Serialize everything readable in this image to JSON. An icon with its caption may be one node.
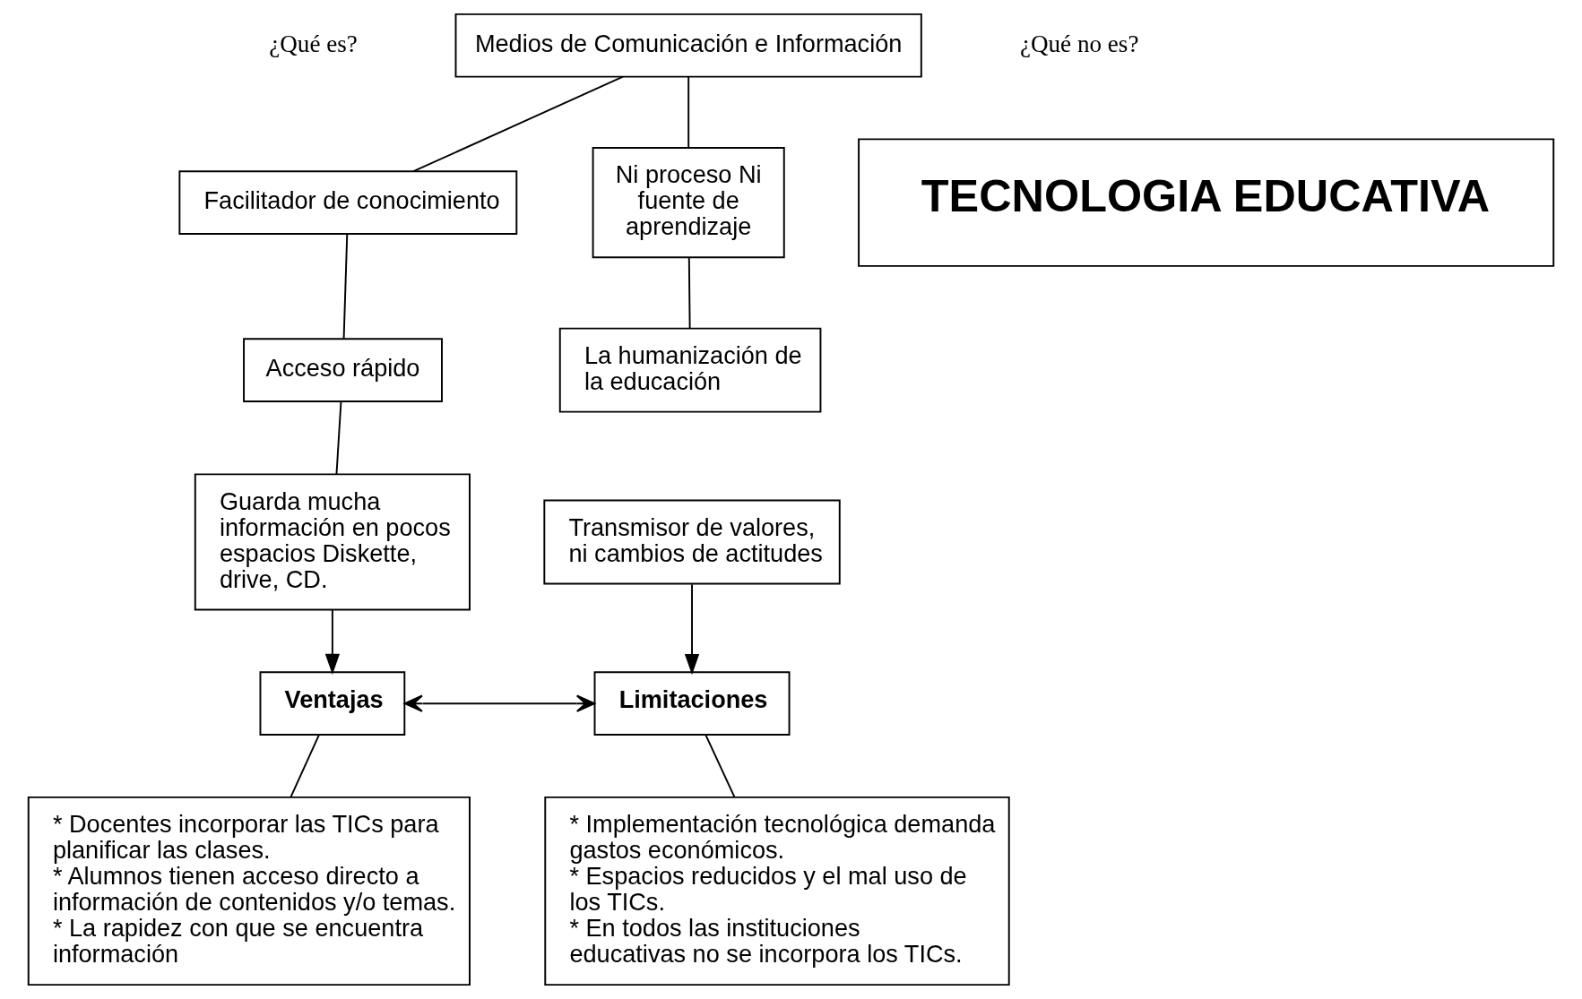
{
  "diagram": {
    "nodes": [
      {
        "text": [
          "Medios de Comunicación e Información"
        ]
      },
      {
        "text": [
          "Facilitador de conocimiento"
        ]
      },
      {
        "text": [
          "Acceso rápido"
        ]
      },
      {
        "text": [
          "Guarda mucha información en pocos espacios Diskette, drive, CD."
        ]
      },
      {
        "text": [
          "Ni proceso Ni fuente de aprendizaje"
        ]
      },
      {
        "text": [
          "La humanización de la educación"
        ]
      },
      {
        "text": [
          "Transmisor de valores, ni cambios de actitudes"
        ]
      },
      {
        "text": [
          "TECNOLOGIA EDUCATIVA"
        ]
      },
      {
        "text": [
          "Ventajas"
        ]
      },
      {
        "text": [
          "Limitaciones"
        ]
      },
      {
        "text": [
          "* Docentes incorporar las TICs para planificar las clases.",
          "* Alumnos tienen acceso directo a información de contenidos y/o temas.",
          "* La rapidez con que se encuentra información"
        ]
      },
      {
        "text": [
          "* Implementación tecnológica demanda gastos económicos.",
          "* Espacios reducidos y el mal uso de los TICs.",
          "* En todos las instituciones educativas no se incorpora los TICs."
        ]
      }
    ],
    "edges": [
      {
        "from": 0,
        "to": 1,
        "arrow": "none"
      },
      {
        "from": 0,
        "to": 4,
        "arrow": "none"
      },
      {
        "from": 1,
        "to": 2,
        "arrow": "none"
      },
      {
        "from": 2,
        "to": 3,
        "arrow": "none"
      },
      {
        "from": 4,
        "to": 5,
        "arrow": "none"
      },
      {
        "from": 3,
        "to": 8,
        "arrow": "to"
      },
      {
        "from": 8,
        "to": 9,
        "arrow": "both"
      },
      {
        "from": 6,
        "to": 9,
        "arrow": "to"
      },
      {
        "from": 8,
        "to": 10,
        "arrow": "none"
      },
      {
        "from": 9,
        "to": 11,
        "arrow": "none"
      }
    ],
    "labels": [
      "¿Qué es?",
      "¿Qué no es?"
    ]
  }
}
